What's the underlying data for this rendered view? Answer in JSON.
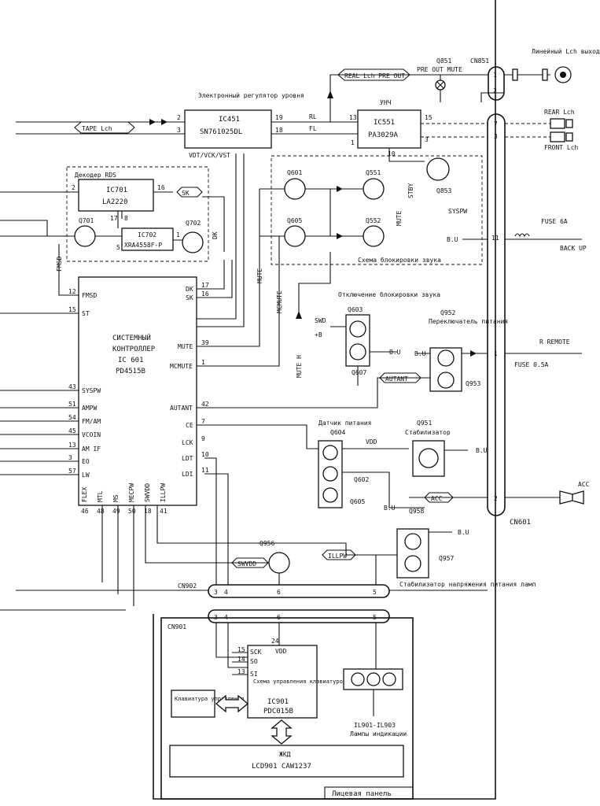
{
  "ic451": {
    "title": "Электронный регулятор уровня",
    "id": "IC451",
    "part": "SN761025DL",
    "vdt": "VDT/VCK/VST"
  },
  "ic551": {
    "title": "УНЧ",
    "id": "IC551",
    "part": "PA3029A"
  },
  "rds": {
    "title": "Декодер RDS",
    "ic701_id": "IC701",
    "ic701_part": "LA2220",
    "ic702_id": "IC702",
    "ic702_part": "XRA4558F-P"
  },
  "sysctl": {
    "title1": "СИСТЕМНЫЙ",
    "title2": "КОНТРОЛЛЕР",
    "id": "IC 601",
    "part": "PD4515B"
  },
  "cn851": {
    "label": "CN851",
    "out": "Линейный Lch выход OUT"
  },
  "rear": "REAR Lch",
  "front": "FRONT Lch",
  "tape": "TAPE Lch",
  "real_pre": "REAL Lch PRE OUT",
  "q851": {
    "label": "Q851",
    "desc": "PRE OUT MUTE"
  },
  "mute_block": "Схема блокировки звука",
  "unlock": {
    "title": "Отключение блокировки звука",
    "q1": "Q603",
    "q2": "Q607",
    "swd": "SWD",
    "b": "+B"
  },
  "q952": {
    "label": "Q952",
    "desc": "Переключатель питания"
  },
  "fuse_bu": {
    "label": "FUSE 6A",
    "back": "BACK UP"
  },
  "remote": "R REMOTE",
  "fuse_r": "FUSE 0.5A",
  "sensor": {
    "title": "Датчик питания",
    "id": "Q604"
  },
  "q951": {
    "label": "Q951",
    "desc": "Стабилизатор"
  },
  "acc": "ACC",
  "cn601": "CN601",
  "cn902": "CN902",
  "cn901": "CN901",
  "q956": "Q956",
  "q957": {
    "label": "Q957",
    "desc": "Стабилизатор напряжения питания ламп"
  },
  "ic901": {
    "title": "Схема управления клавиатурой и ЖКД",
    "id": "IC901",
    "part": "PDC015B",
    "vdd": "VDD"
  },
  "keyboard": "Клавиатура управления",
  "lamps": {
    "id": "IL901-IL903",
    "desc": "Лампы индикации"
  },
  "lcd": {
    "title": "ЖКД",
    "part": "LCD901 CAW1237"
  },
  "front_panel": "Лицевая панель",
  "signals": {
    "mute": "MUTE",
    "mcmute": "MCMUTE",
    "mute_h": "MUTE H",
    "stby": "STBY",
    "syspw": "SYSPW",
    "bu": "B.U",
    "vdd": "VDD",
    "autant": "AUTANT",
    "swvdd": "SWVDD",
    "illpw": "ILLPW",
    "fmsd": "FMSD",
    "sk": "SK",
    "dk": "DK",
    "rl": "RL",
    "fl": "FL"
  },
  "ctl_pins_left": [
    {
      "n": "12",
      "t": "FMSD"
    },
    {
      "n": "15",
      "t": "ST"
    },
    {
      "n": "43",
      "t": "SYSPW"
    },
    {
      "n": "51",
      "t": "AMPW"
    },
    {
      "n": "54",
      "t": "FM/AM"
    },
    {
      "n": "45",
      "t": "VCOIN"
    },
    {
      "n": "13",
      "t": "AM IF"
    },
    {
      "n": "3",
      "t": "EO"
    },
    {
      "n": "57",
      "t": "LW"
    }
  ],
  "ctl_pins_right": [
    {
      "n": "17",
      "t": "DK"
    },
    {
      "n": "16",
      "t": "SK"
    },
    {
      "n": "39",
      "t": "MUTE"
    },
    {
      "n": "1",
      "t": "MCMUTE"
    },
    {
      "n": "42",
      "t": "AUTANT"
    },
    {
      "n": "7",
      "t": "CE"
    },
    {
      "n": "9",
      "t": "LCK"
    },
    {
      "n": "10",
      "t": "LDT"
    },
    {
      "n": "11",
      "t": "LDI"
    }
  ],
  "ctl_pins_bottom": [
    {
      "n": "46",
      "t": "FLEX"
    },
    {
      "n": "48",
      "t": "MTL"
    },
    {
      "n": "49",
      "t": "MS"
    },
    {
      "n": "50",
      "t": "MECPW"
    },
    {
      "n": "18",
      "t": "SWVDD"
    },
    {
      "n": "41",
      "t": "ILLPW"
    }
  ],
  "ic901_pins": [
    {
      "n": "15",
      "t": "SCK"
    },
    {
      "n": "14",
      "t": "SO"
    },
    {
      "n": "13",
      "t": "SI"
    },
    {
      "n": "24",
      "t": ""
    }
  ],
  "transistors": {
    "q601": "Q601",
    "q605": "Q605",
    "q551": "Q551",
    "q552": "Q552",
    "q853": "Q853",
    "q701": "Q701",
    "q702": "Q702",
    "q602": "Q602",
    "q605b": "Q605",
    "q958": "Q958",
    "q953": "Q953"
  },
  "nums": {
    "n19": "19",
    "n18": "18",
    "n2": "2",
    "n3": "3",
    "n13": "13",
    "n1": "1",
    "n15": "15",
    "n10": "10",
    "n16": "16",
    "n17": "17",
    "n8": "8",
    "n5": "5",
    "n7": "7",
    "n11": "11",
    "n6": "6",
    "n4": "4",
    "n24": "24",
    "c1": "1",
    "c2": "2",
    "c7": "7",
    "c3": "3",
    "c11": "11",
    "c1b": "1",
    "c2b": "2",
    "k3": "3",
    "k4": "4",
    "k6": "6",
    "k5": "5",
    "k3b": "3",
    "k4b": "4",
    "k6b": "6",
    "k5b": "5",
    "n2b": "2",
    "n1b": "1"
  }
}
